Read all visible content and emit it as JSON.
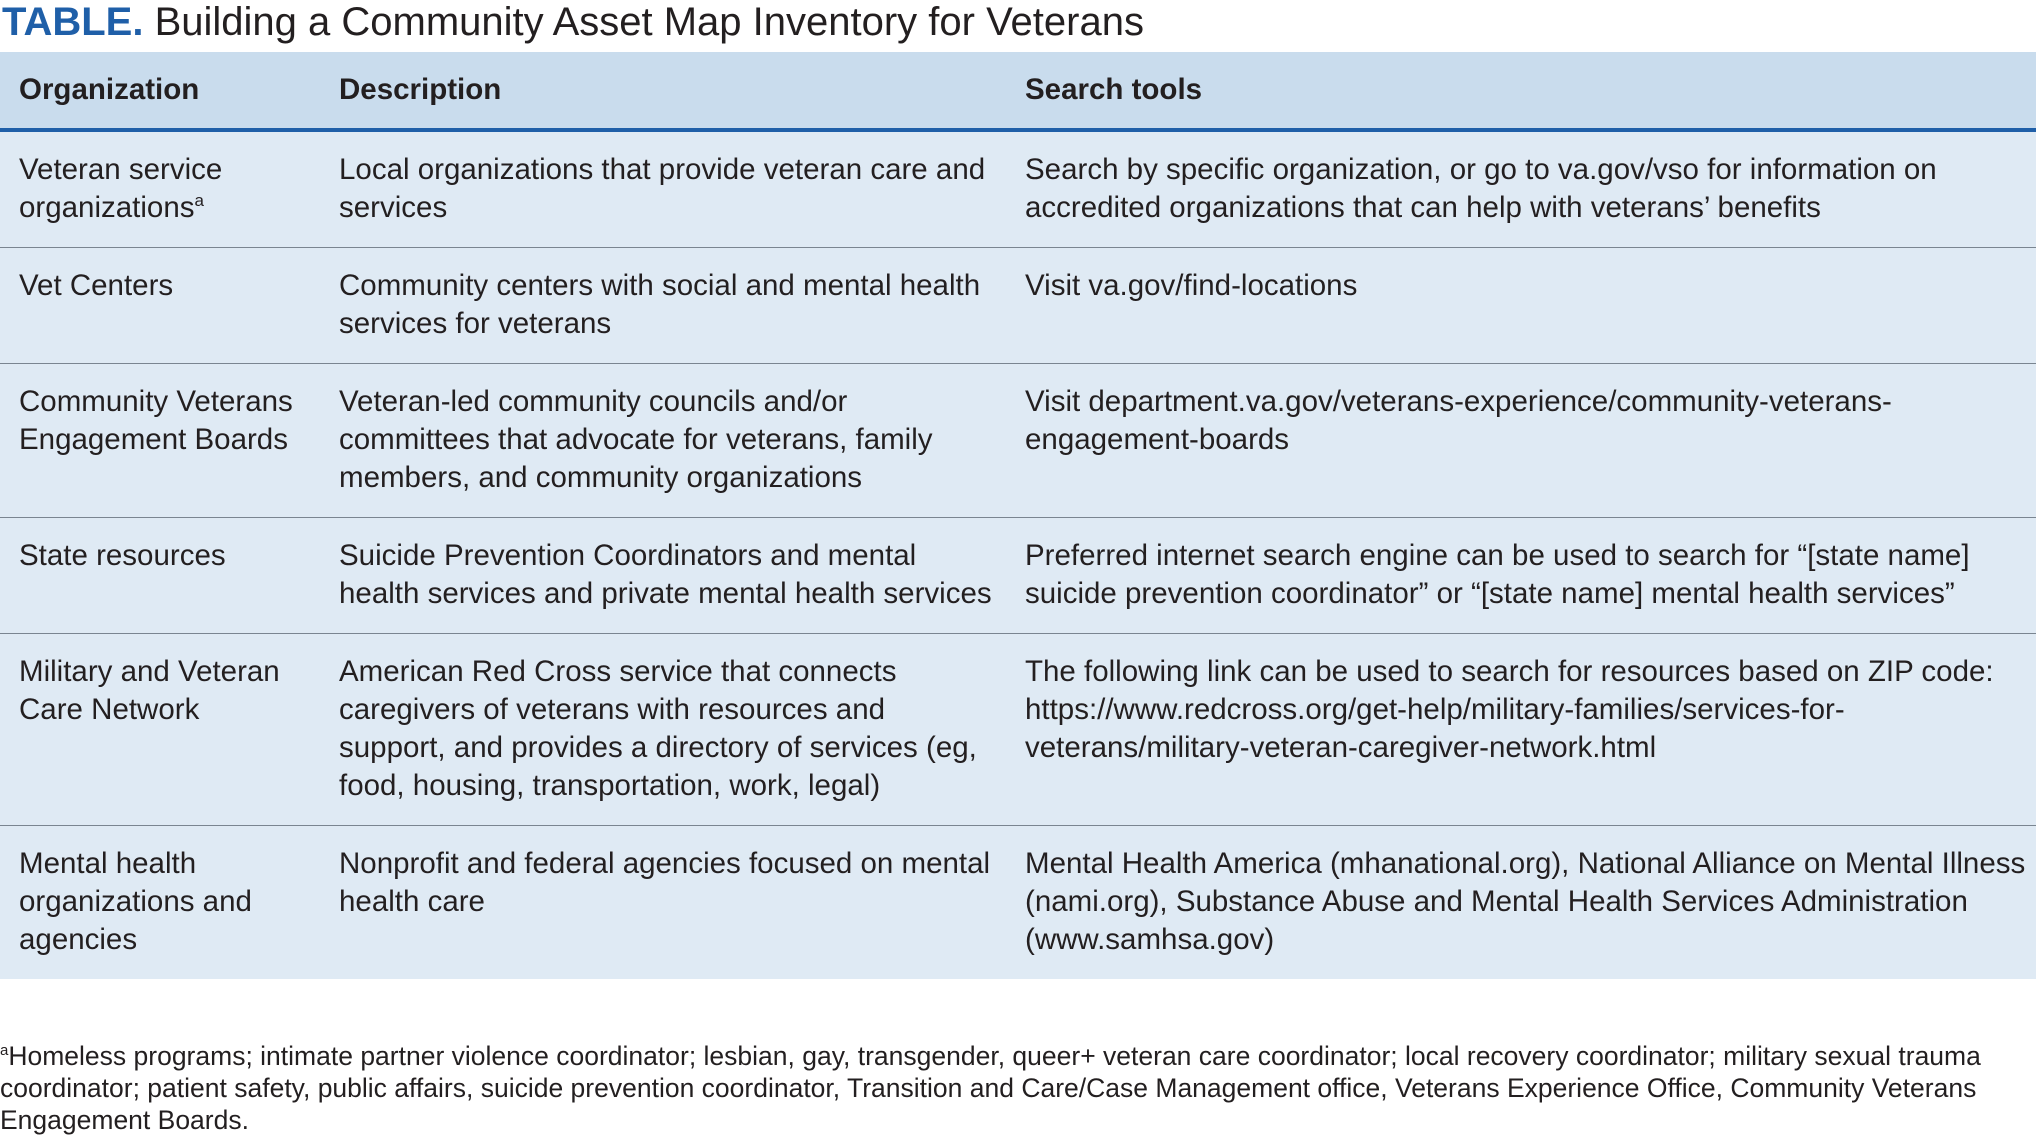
{
  "title": {
    "label": "TABLE.",
    "text": "Building a Community Asset Map Inventory for Veterans"
  },
  "table": {
    "headers": [
      "Organization",
      "Description",
      "Search tools"
    ],
    "rows": [
      {
        "organization": "Veteran service organizations",
        "organization_sup": "a",
        "description": "Local organizations that provide veteran care and services",
        "search_tools": "Search by specific organization, or go to va.gov/vso for information on accredited organizations that can help with veterans’ benefits"
      },
      {
        "organization": "Vet Centers",
        "organization_sup": "",
        "description": "Community centers with social and mental health services for veterans",
        "search_tools": "Visit va.gov/find-locations"
      },
      {
        "organization": "Community Veterans Engagement Boards",
        "organization_sup": "",
        "description": "Veteran-led community councils and/or committees that advocate for veterans, family members, and community organizations",
        "search_tools": "Visit department.va.gov/veterans-experience/community-veterans-engagement-boards"
      },
      {
        "organization": "State resources",
        "organization_sup": "",
        "description": "Suicide Prevention Coordinators and mental health services and private mental health services",
        "search_tools": "Preferred internet search engine can be used to search for “[state name] suicide prevention coordinator” or “[state name] mental health services”"
      },
      {
        "organization": "Military and Veteran Care Network",
        "organization_sup": "",
        "description": "American Red Cross service that connects caregivers of veterans with resources and support, and provides a directory of services (eg, food, housing, transportation, work, legal)",
        "search_tools": "The following link can be used to search for resources based on ZIP code: https://www.redcross.org/get-help/military-families/services-for-veterans/military-veteran-caregiver-network.html"
      },
      {
        "organization": "Mental health organizations and agencies",
        "organization_sup": "",
        "description": "Nonprofit and federal agencies focused on mental health care",
        "search_tools": "Mental Health America (mhanational.org), National Alliance on Mental Illness (nami.org), Substance Abuse and Mental Health Services Administration (www.samhsa.gov)"
      }
    ]
  },
  "footnote": {
    "marker": "a",
    "text": "Homeless programs; intimate partner violence coordinator; lesbian, gay, transgender, queer+ veteran care coordinator; local recovery coordinator; military sexual trauma coordinator; patient safety, public affairs, suicide prevention coordinator, Transition and Care/Case Management office, Veterans Experience Office, Community Veterans Engagement Boards."
  }
}
